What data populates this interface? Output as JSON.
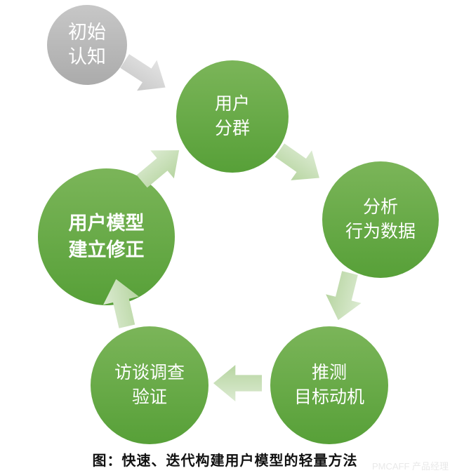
{
  "diagram": {
    "nodes": {
      "initial": {
        "line1": "初始",
        "line2": "认知",
        "role": "entry"
      },
      "segment": {
        "line1": "用户",
        "line2": "分群",
        "role": "cycle-step"
      },
      "analyze": {
        "line1": "分析",
        "line2": "行为数据",
        "role": "cycle-step"
      },
      "infer": {
        "line1": "推测",
        "line2": "目标动机",
        "role": "cycle-step"
      },
      "interview": {
        "line1": "访谈调查",
        "line2": "验证",
        "role": "cycle-step"
      },
      "model": {
        "line1": "用户模型",
        "line2": "建立修正",
        "role": "cycle-step"
      }
    },
    "arrows": [
      {
        "from": "initial",
        "to": "segment",
        "color": "gray",
        "direction": "down-right"
      },
      {
        "from": "segment",
        "to": "analyze",
        "color": "green",
        "direction": "down-right"
      },
      {
        "from": "analyze",
        "to": "infer",
        "color": "green",
        "direction": "down"
      },
      {
        "from": "infer",
        "to": "interview",
        "color": "green",
        "direction": "left"
      },
      {
        "from": "interview",
        "to": "model",
        "color": "green",
        "direction": "up"
      },
      {
        "from": "model",
        "to": "segment",
        "color": "green",
        "direction": "up-right"
      }
    ],
    "caption": "图：快速、迭代构建用户模型的轻量方法",
    "watermark": "PMCAFF 产品经理"
  },
  "colors": {
    "circle_green_top": "#7bb559",
    "circle_green_bottom": "#57a038",
    "circle_gray_top": "#c7c7c7",
    "circle_gray_bottom": "#ababab",
    "arrow_green_light": "#dcebd2",
    "arrow_green_dark": "#b7d5a1",
    "arrow_gray_light": "#e3e3e3",
    "arrow_gray_dark": "#c9c9c9",
    "label_text": "#ffffff",
    "caption_text": "#111111",
    "watermark_text": "#e9e9e9",
    "background": "#ffffff"
  }
}
